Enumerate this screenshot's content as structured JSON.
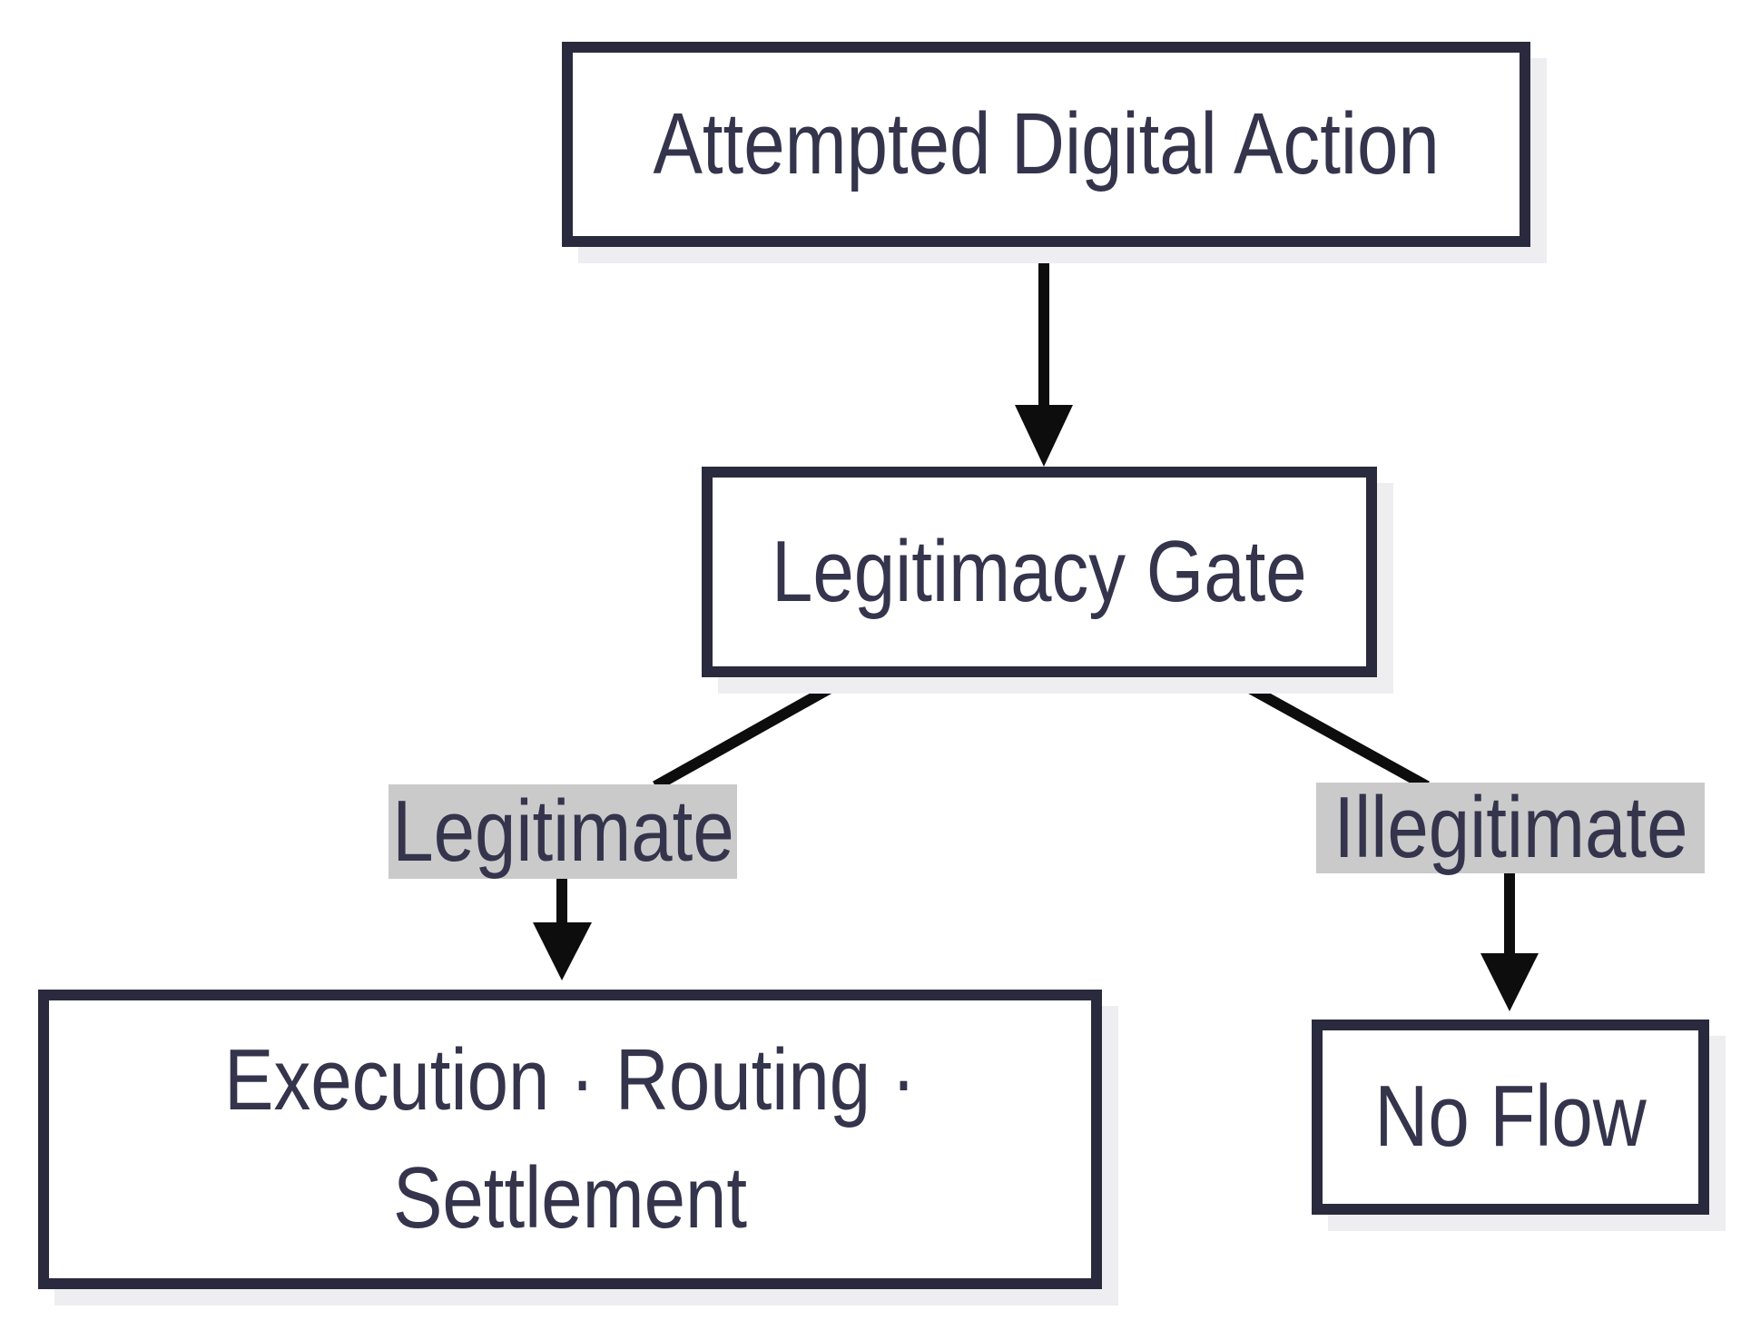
{
  "diagram": {
    "title": "Legitimacy gate flowchart",
    "nodes": {
      "attempted_action": {
        "label": "Attempted Digital Action"
      },
      "legitimacy_gate": {
        "label": "Legitimacy Gate"
      },
      "execution": {
        "label": "Execution · Routing · Settlement"
      },
      "no_flow": {
        "label": "No Flow"
      }
    },
    "edge_labels": {
      "legitimate": {
        "label": "Legitimate"
      },
      "illegitimate": {
        "label": "Illegitimate"
      }
    },
    "colors": {
      "node_border": "#2a2a3e",
      "node_fill": "#ffffff",
      "text": "#34344c",
      "edge_label_bg": "#cacaca",
      "arrow": "#0d0d0d",
      "shadow": "#eeeef1",
      "background": "#ffffff"
    }
  }
}
